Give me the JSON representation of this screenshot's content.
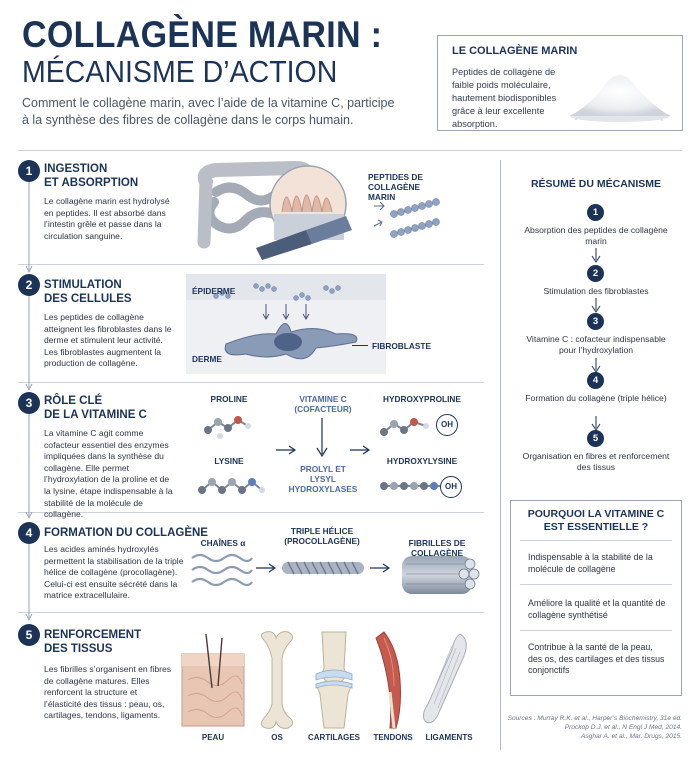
{
  "header": {
    "title_line1": "COLLAGÈNE MARIN :",
    "title_line2": "MÉCANISME D’ACTION",
    "subtitle": "Comment le collagène marin, avec l’aide de la vitamine C, participe à la synthèse des fibres de collagène dans le corps humain."
  },
  "intro_box": {
    "title": "LE COLLAGÈNE MARIN",
    "text": "Peptides de collagène de faible poids moléculaire, hautement biodisponibles grâce à leur excellente absorption."
  },
  "steps": [
    {
      "num": "1",
      "title_line1": "INGESTION",
      "title_line2": "ET ABSORPTION",
      "text": "Le collagène marin est hydrolysé en peptides. Il est absorbé dans l’intestin grêle et passe dans la circulation sanguine.",
      "label_peptides": "PEPTIDES DE COLLAGÈNE MARIN"
    },
    {
      "num": "2",
      "title_line1": "STIMULATION",
      "title_line2": "DES CELLULES",
      "text": "Les peptides de collagène atteignent les fibroblastes dans le derme et stimulent leur activité. Les fibroblastes augmentent la production de collagène.",
      "label_epidermis": "ÉPIDERME",
      "label_dermis": "DERME",
      "label_fibroblast": "FIBROBLASTE"
    },
    {
      "num": "3",
      "title_line1": "RÔLE CLÉ",
      "title_line2": "DE LA VITAMINE C",
      "text": "La vitamine C agit comme cofacteur essentiel des enzymes impliquées dans la synthèse du collagène. Elle permet l’hydroxylation de la proline et de la lysine, étape indispensable à la stabilité de la molécule de collagène.",
      "label_proline": "PROLINE",
      "label_lysine": "LYSINE",
      "label_vitc_line1": "VITAMINE C",
      "label_vitc_line2": "(COFACTEUR)",
      "label_enzymes_line1": "PROLYL ET",
      "label_enzymes_line2": "LYSYL",
      "label_enzymes_line3": "HYDROXYLASES",
      "label_hydroxyproline": "HYDROXYPROLINE",
      "label_hydroxylysine": "HYDROXYLYSINE",
      "label_oh": "OH"
    },
    {
      "num": "4",
      "title_line1": "FORMATION DU COLLAGÈNE",
      "text": "Les acides aminés hydroxylés permettent la stabilisation de la triple hélice de collagène (procollagène). Celui-ci est ensuite sécrété dans la matrice extracellulaire.",
      "label_chains": "CHAÎNES α",
      "label_helix_line1": "TRIPLE HÉLICE",
      "label_helix_line2": "(PROCOLLAGÈNE)",
      "label_fibrils": "FIBRILLES DE COLLAGÈNE"
    },
    {
      "num": "5",
      "title_line1": "RENFORCEMENT",
      "title_line2": "DES TISSUS",
      "text": "Les fibrilles s’organisent en fibres de collagène matures. Elles renforcent la structure et l’élasticité des tissus : peau, os, cartilages, tendons, ligaments.",
      "tissues": [
        "PEAU",
        "OS",
        "CARTILAGES",
        "TENDONS",
        "LIGAMENTS"
      ]
    }
  ],
  "summary": {
    "title": "RÉSUMÉ DU MÉCANISME",
    "items": [
      {
        "num": "1",
        "text": "Absorption des peptides de collagène marin"
      },
      {
        "num": "2",
        "text": "Stimulation des fibroblastes"
      },
      {
        "num": "3",
        "text": "Vitamine C : cofacteur indispensable pour l’hydroxylation"
      },
      {
        "num": "4",
        "text": "Formation du collagène (triple hélice)"
      },
      {
        "num": "5",
        "text": "Organisation en fibres et renforcement des tissus"
      }
    ]
  },
  "why_box": {
    "title_line1": "POURQUOI LA VITAMINE C",
    "title_line2": "EST ESSENTIELLE ?",
    "items": [
      "Indispensable à la stabilité de la molécule de collagène",
      "Améliore la qualité et la quantité de collagène synthétisé",
      "Contribue à la santé de la peau, des os, des cartilages et des tissus conjonctifs"
    ]
  },
  "sources": {
    "line1": "Sources : Murray R.K. et al., Harper’s Biochemistry, 31e éd.",
    "line2": "Prockop D.J. et al., N Engl J Med, 2014.",
    "line3": "Asghar A. et al., Mar. Drugs, 2015."
  },
  "colors": {
    "navy": "#1c3358",
    "text": "#2c3444",
    "separator": "#ccd3dc",
    "molecule_blue": "#7f93b3"
  }
}
